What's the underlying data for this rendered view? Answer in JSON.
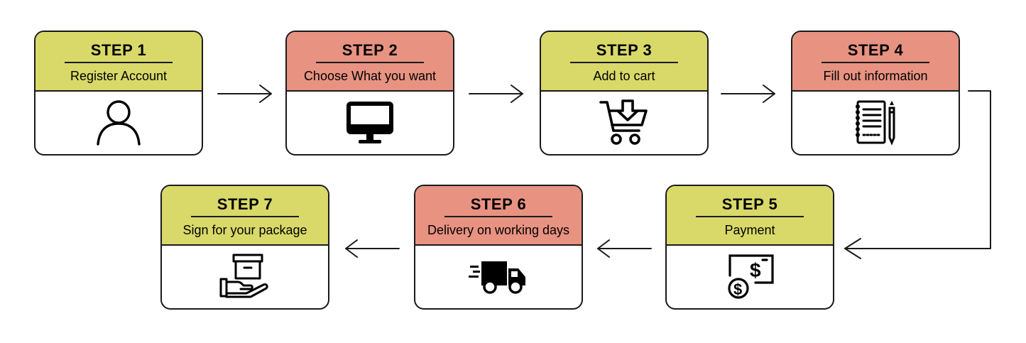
{
  "colors": {
    "yellow": "#d9d96a",
    "salmon": "#e89282",
    "border": "#1a1a1a"
  },
  "steps": [
    {
      "title": "STEP 1",
      "desc": "Register Account",
      "color": "yellow",
      "icon": "user-icon"
    },
    {
      "title": "STEP 2",
      "desc": "Choose What you want",
      "color": "salmon",
      "icon": "monitor-icon"
    },
    {
      "title": "STEP 3",
      "desc": "Add to cart",
      "color": "yellow",
      "icon": "cart-icon"
    },
    {
      "title": "STEP 4",
      "desc": "Fill out information",
      "color": "salmon",
      "icon": "notebook-icon"
    },
    {
      "title": "STEP 5",
      "desc": "Payment",
      "color": "yellow",
      "icon": "payment-icon"
    },
    {
      "title": "STEP 6",
      "desc": "Delivery on working days",
      "color": "salmon",
      "icon": "truck-icon"
    },
    {
      "title": "STEP 7",
      "desc": "Sign for your package",
      "color": "yellow",
      "icon": "package-hand-icon"
    }
  ]
}
